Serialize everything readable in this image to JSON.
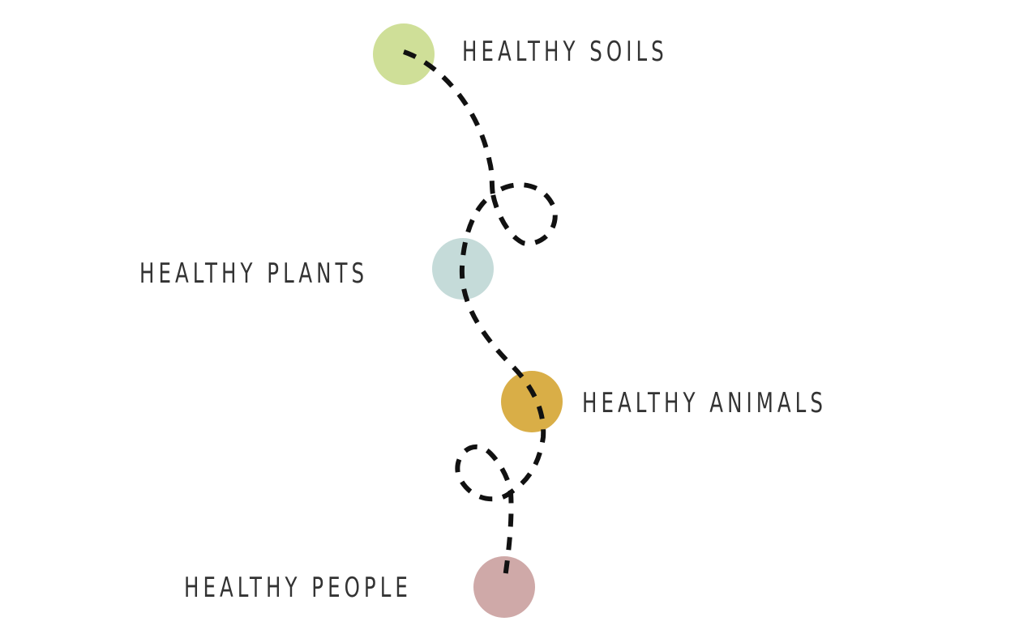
{
  "nodes": [
    {
      "label": "Healthy Soils",
      "color": "#cfdf98"
    },
    {
      "label": "Healthy Plants",
      "color": "#c5dbd9"
    },
    {
      "label": "Healthy Animals",
      "color": "#d9ae47"
    },
    {
      "label": "Healthy People",
      "color": "#cfa9a8"
    }
  ],
  "path_color": "#111111"
}
